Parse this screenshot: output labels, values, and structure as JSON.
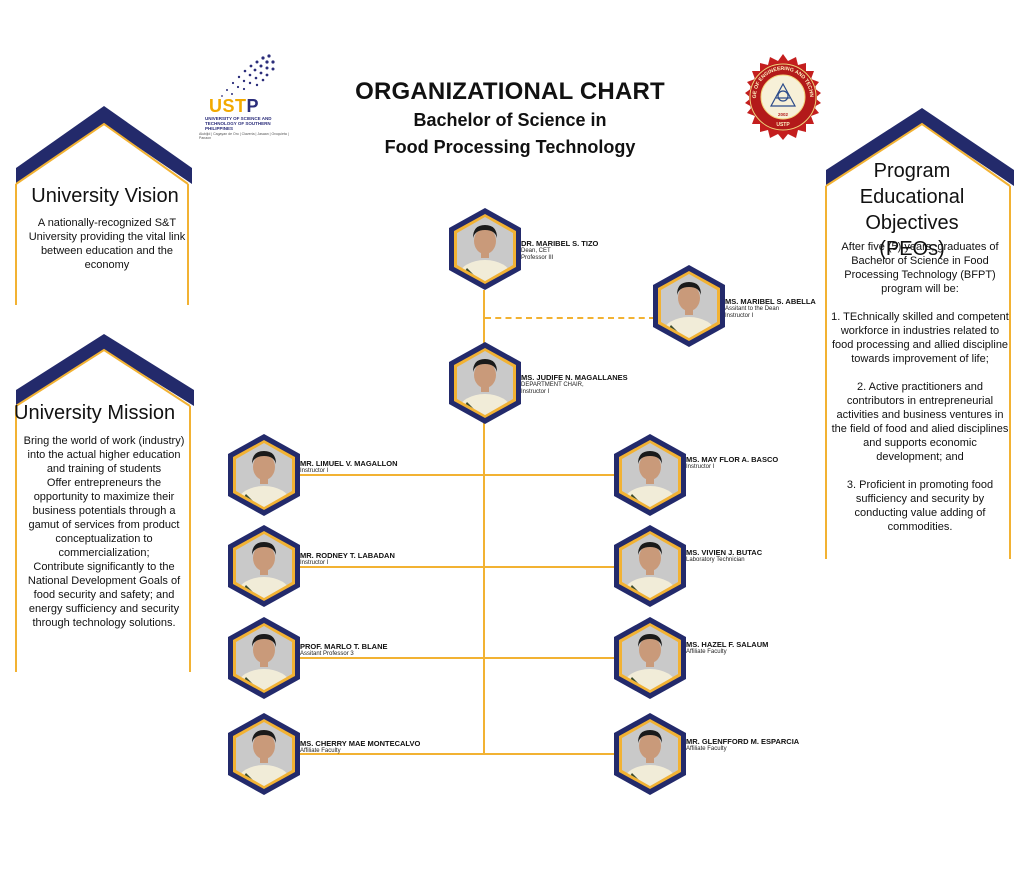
{
  "header": {
    "title": "ORGANIZATIONAL CHART",
    "subtitle_line1": "Bachelor of Science in",
    "subtitle_line2": "Food Processing Technology"
  },
  "logos": {
    "ustp": {
      "word_main": "UST",
      "word_accent": "P",
      "university": "UNIVERSITY OF SCIENCE AND TECHNOLOGY OF SOUTHERN PHILIPPINES",
      "tagline": "Alubijid | Cagayan de Oro | Claveria | Jasaan | Oroquieta | Panaon"
    },
    "seal": {
      "ring_text": "COLLEGE OF ENGINEERING AND TECHNOLOGY",
      "bottom_text": "USTP",
      "year": "2002"
    }
  },
  "vision": {
    "title": "University Vision",
    "text": "A nationally-recognized S&T University providing the vital link between education and the economy"
  },
  "mission": {
    "title": "University Mission",
    "text": "Bring the world of work (industry) into the actual higher education and training of students\nOffer entrepreneurs the opportunity to maximize their business potentials through a gamut of services from product conceptualization to commercialization;\nContribute significantly to the National Development Goals of food security and safety; and energy sufficiency and security through technology solutions."
  },
  "peos": {
    "title": "Program Educational Objectives (PEOs)",
    "text": "After five (5) years, graduates of Bachelor of Science in Food Processing Technology (BFPT) program will be:\n\n1. TEchnically skilled and competent workforce in industries related to food processing and allied discipline towards improvement of life;\n\n2. Active practitioners and contributors in entrepreneurial activities and business ventures in the field of food and alied disciplines and supports economic development; and\n\n3. Proficient in promoting food sufficiency and security by conducting value adding of commodities."
  },
  "people": {
    "dean": {
      "name": "DR. MARIBEL S. TIZO",
      "role1": "Dean, CET",
      "role2": "Professor III"
    },
    "assistant": {
      "name": "MS. MARIBEL S. ABELLA",
      "role1": "Assitant to the Dean",
      "role2": "Instructor I"
    },
    "chair": {
      "name": "MS. JUDIFE N. MAGALLANES",
      "role1": "DEPARTMENT CHAIR,",
      "role2": "Instructor I"
    },
    "left": [
      {
        "name": "MR. LIMUEL V. MAGALLON",
        "role1": "Instructor I"
      },
      {
        "name": "MR. RODNEY T. LABADAN",
        "role1": "Instructor I"
      },
      {
        "name": "PROF. MARLO T. BLANE",
        "role1": "Assitant Professor 3"
      },
      {
        "name": "MS. CHERRY MAE MONTECALVO",
        "role1": "Affiliate Faculty"
      }
    ],
    "right": [
      {
        "name": "MS. MAY FLOR A. BASCO",
        "role1": "Instructor I"
      },
      {
        "name": "MS. VIVIEN J. BUTAC",
        "role1": "Laboratory Technician"
      },
      {
        "name": "MS. HAZEL F. SALAUM",
        "role1": "Affiliate Faculty"
      },
      {
        "name": "MR. GLENFFORD M. ESPARCIA",
        "role1": "Affiliate Faculty"
      }
    ]
  },
  "colors": {
    "navy": "#232a6b",
    "gold": "#f2b233",
    "photo_bg": "#c9c9c9",
    "skin": "#c99a7a",
    "hair": "#1a1a1a",
    "toga": "#f1ecd8",
    "sash": "#3b4a2a"
  }
}
